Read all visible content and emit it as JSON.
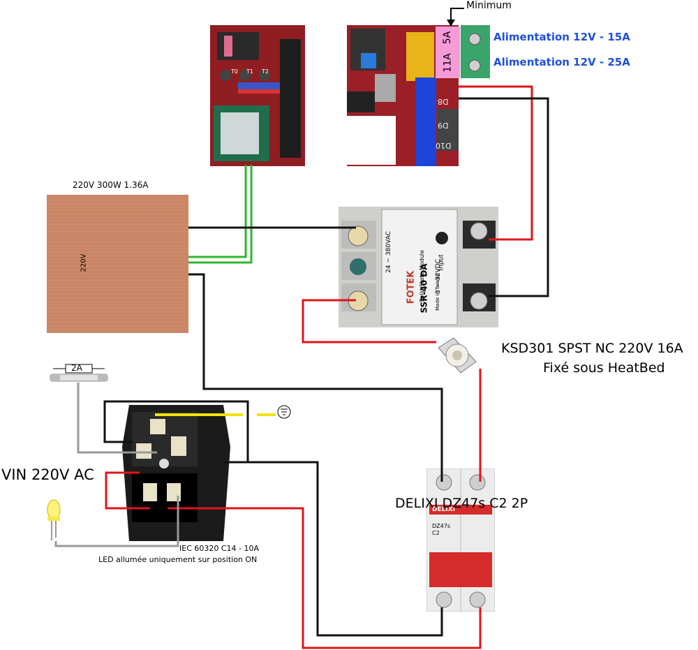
{
  "labels": {
    "minimum": "Minimum",
    "supply_15a": "Alimentation 12V - 15A",
    "supply_25a": "Alimentation 12V - 25A",
    "fuse_5a": "5A",
    "fuse_11a": "11A",
    "heatbed": "220V 300W 1.36A",
    "heatbed_inner": "220V",
    "thermostat_line1": "KSD301 SPST NC 220V 16A",
    "thermostat_line2": "Fixé sous HeatBed",
    "fuse_tube": "2A",
    "vin": "VIN 220V AC",
    "iec_line1": "IEC 60320 C14 - 10A",
    "iec_line2": "LED allumée uniquement sur position ON",
    "breaker": "DELIXI DZ47s C2 2P",
    "breaker_brand": "DELIXI",
    "breaker_model": "DZ47s",
    "breaker_rating": "C2",
    "ssr_brand": "FOTEK",
    "ssr_model": "SSR-40 DA",
    "ssr_sub": "Solid State Module",
    "ssr_made": "Made in Taiwan",
    "ssr_ac": "24 ~ 380VAC",
    "ssr_dc": "3 ~ 32VDC",
    "ssr_input": "Input",
    "ramps_d8": "D8",
    "ramps_d9": "D9",
    "ramps_d10": "D10",
    "ramps_t0": "T0",
    "ramps_t1": "T1",
    "ramps_t2": "T2"
  },
  "colors": {
    "wire_black": "#111111",
    "wire_red": "#e0141a",
    "wire_green": "#2fb52f",
    "wire_yellow": "#f3e10a",
    "wire_grey": "#9a9a9a",
    "heatbed": "#c98565",
    "pcb_red": "#b3232a",
    "fuse_pink": "#f59bd7",
    "label_blue": "#1f4fe0"
  }
}
